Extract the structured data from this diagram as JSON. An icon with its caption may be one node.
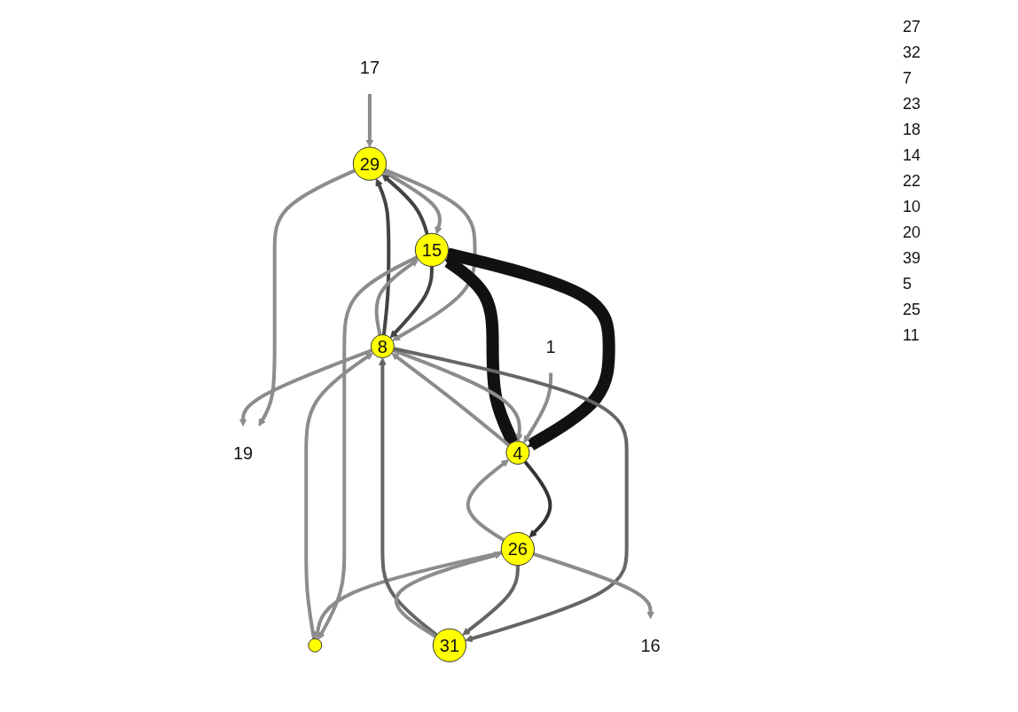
{
  "diagram": {
    "nodes": [
      {
        "text": [
          "29"
        ]
      },
      {
        "text": [
          "17"
        ]
      },
      {
        "text": [
          "19"
        ]
      },
      {
        "text": [
          "15"
        ]
      },
      {
        "text": [
          "8"
        ]
      },
      {
        "text": [
          "1"
        ]
      },
      {
        "text": [],
        "shape": "circle"
      },
      {
        "text": [
          "31"
        ]
      },
      {
        "text": [
          "4"
        ]
      },
      {
        "text": [
          "16"
        ]
      },
      {
        "text": [
          "26"
        ]
      }
    ],
    "edges": [
      {
        "from": 0,
        "to": 3,
        "arrow": "to"
      },
      {
        "from": 3,
        "to": 0,
        "arrow": "to",
        "color": "#444444"
      },
      {
        "from": 0,
        "to": 4,
        "arrow": "to"
      },
      {
        "from": 4,
        "to": 0,
        "arrow": "to",
        "color": "#444444"
      },
      {
        "from": 0,
        "to": 2,
        "arrow": "to"
      },
      {
        "from": 1,
        "to": 0,
        "arrow": "to"
      },
      {
        "from": 4,
        "to": 2,
        "arrow": "to"
      },
      {
        "from": 4,
        "to": 3,
        "arrow": "to"
      },
      {
        "from": 3,
        "to": 4,
        "arrow": "to",
        "color": "#444444"
      },
      {
        "from": 3,
        "to": 6,
        "arrow": "to"
      },
      {
        "from": 3,
        "to": 8,
        "arrow": "to",
        "style": "thick",
        "color": "#111111"
      },
      {
        "from": 8,
        "to": 3,
        "arrow": "to",
        "style": "thick",
        "color": "#111111"
      },
      {
        "from": 5,
        "to": 8,
        "arrow": "to"
      },
      {
        "from": 8,
        "to": 4,
        "arrow": "to"
      },
      {
        "from": 4,
        "to": 8,
        "arrow": "to"
      },
      {
        "from": 6,
        "to": 4,
        "arrow": "to"
      },
      {
        "from": 8,
        "to": 10,
        "arrow": "to",
        "color": "#333333"
      },
      {
        "from": 10,
        "to": 8,
        "arrow": "to"
      },
      {
        "from": 10,
        "to": 6,
        "arrow": "to"
      },
      {
        "from": 4,
        "to": 7,
        "arrow": "to",
        "color": "#666666"
      },
      {
        "from": 7,
        "to": 4,
        "arrow": "to",
        "color": "#666666"
      },
      {
        "from": 10,
        "to": 7,
        "arrow": "to",
        "color": "#666666"
      },
      {
        "from": 7,
        "to": 10,
        "arrow": "to"
      },
      {
        "from": 10,
        "to": 9,
        "arrow": "to"
      }
    ],
    "labels": [
      "27",
      "32",
      "7",
      "23",
      "18",
      "14",
      "22",
      "10",
      "20",
      "39",
      "5",
      "25",
      "11"
    ]
  }
}
